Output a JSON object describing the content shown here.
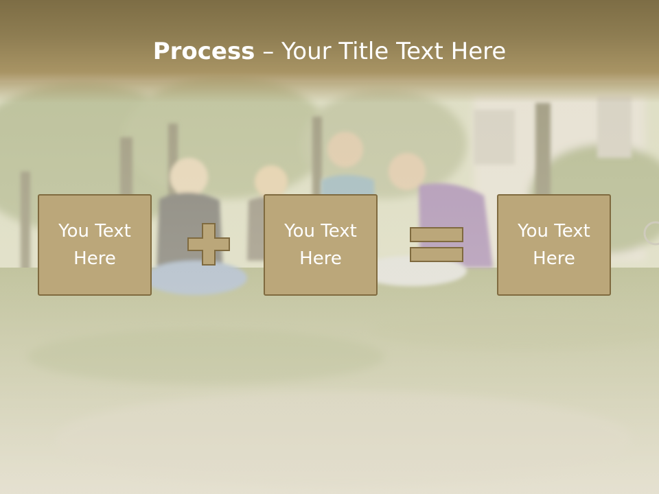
{
  "title": {
    "bold": "Process",
    "rest": " – Your Title Text Here"
  },
  "boxes": [
    {
      "label": "You Text Here"
    },
    {
      "label": "You Text Here"
    },
    {
      "label": "You Text Here"
    }
  ],
  "operators": {
    "plus": "plus-icon",
    "equals": "equals-icon"
  },
  "colors": {
    "title_bar": "#8e7d52",
    "box_fill": "#bba77a",
    "box_border": "#7f6a3f",
    "text": "#ffffff"
  }
}
